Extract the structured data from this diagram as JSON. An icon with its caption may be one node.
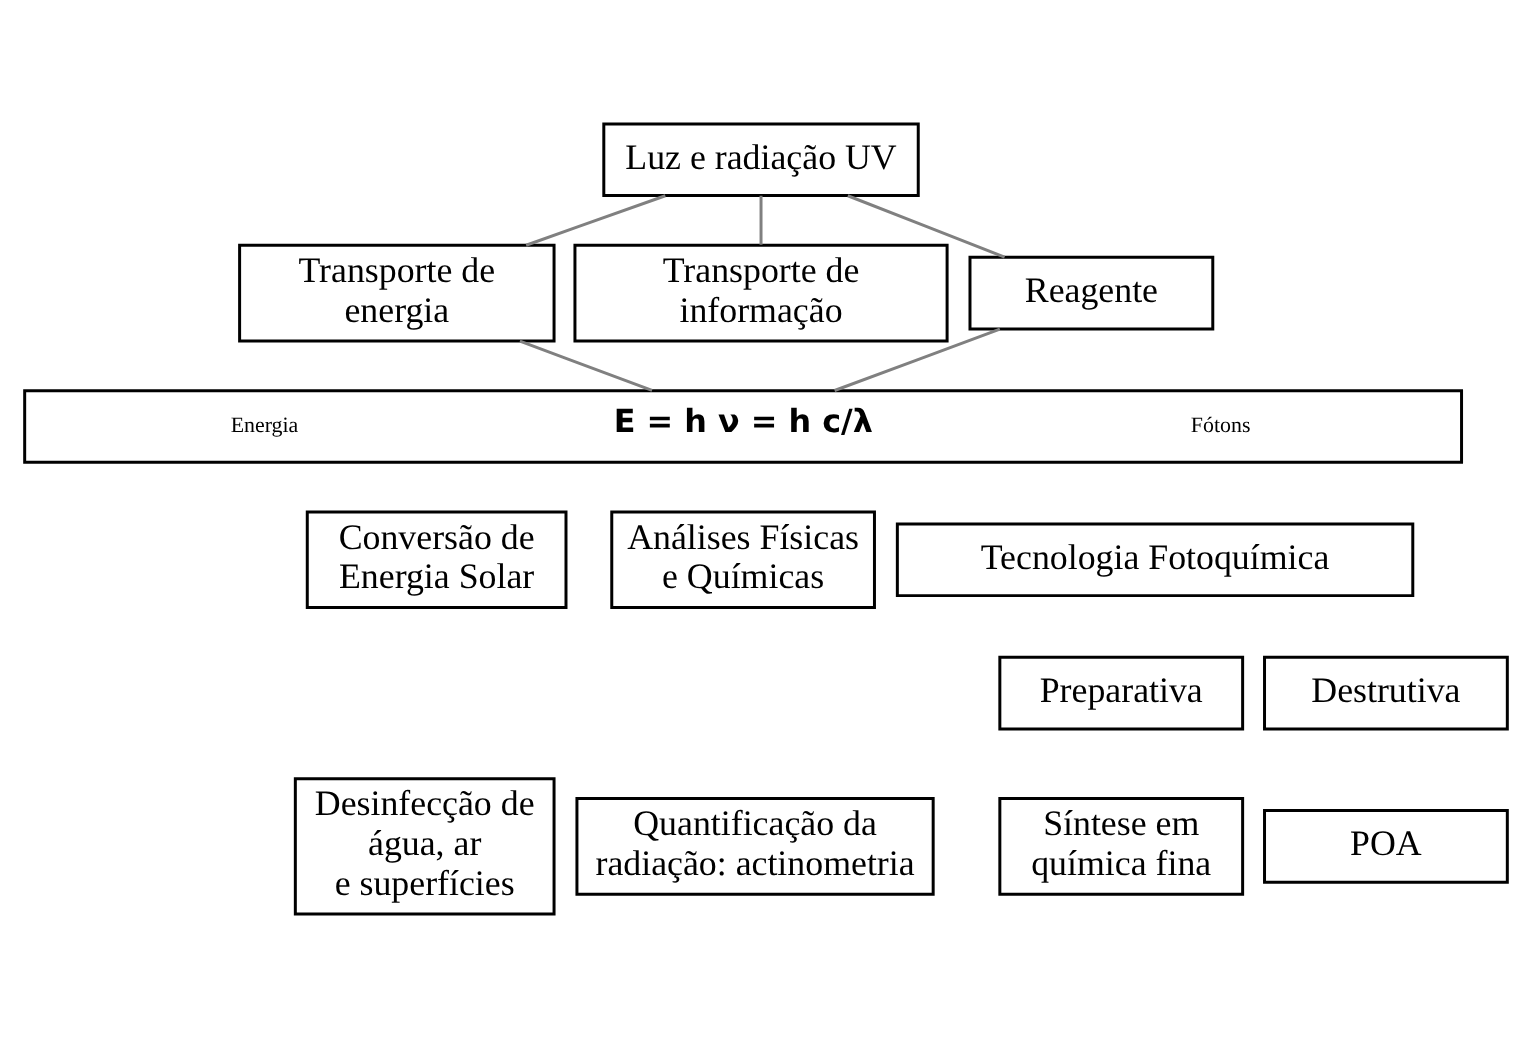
{
  "diagram": {
    "nodes": [
      {
        "text": [
          "Luz e radiação UV"
        ]
      },
      {
        "text": [
          "Transporte de energia"
        ]
      },
      {
        "text": [
          "Transporte de informação"
        ]
      },
      {
        "text": [
          "Reagente"
        ]
      },
      {
        "text": [
          "Energia",
          "E = h ν = h c/λ",
          "Fótons"
        ]
      },
      {
        "text": [
          "Conversão de Energia Solar"
        ]
      },
      {
        "text": [
          "Análises Físicas e Químicas"
        ]
      },
      {
        "text": [
          "Tecnologia Fotoquímica"
        ]
      },
      {
        "text": [
          "Preparativa"
        ]
      },
      {
        "text": [
          "Destrutiva"
        ]
      },
      {
        "text": [
          "Desinfecção de água, ar e superfícies"
        ]
      },
      {
        "text": [
          "Quantificação da radiação: actinometria"
        ]
      },
      {
        "text": [
          "Síntese em química fina"
        ]
      },
      {
        "text": [
          "POA"
        ]
      }
    ],
    "edges": [
      {
        "from": 0,
        "to": 1,
        "arrow": "none"
      },
      {
        "from": 0,
        "to": 2,
        "arrow": "none"
      },
      {
        "from": 0,
        "to": 3,
        "arrow": "none"
      },
      {
        "from": 1,
        "to": 4,
        "arrow": "none"
      },
      {
        "from": 3,
        "to": 4,
        "arrow": "none"
      }
    ]
  }
}
